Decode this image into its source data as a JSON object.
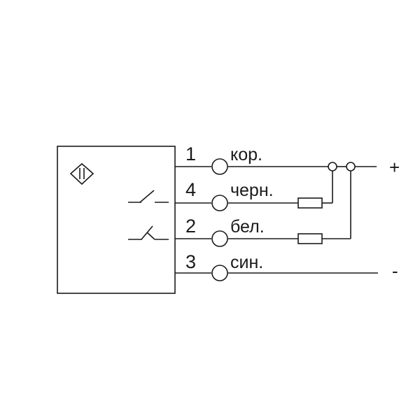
{
  "sensor": {
    "symbol_icon": "proximity-sensor-diamond-icon"
  },
  "pins": [
    {
      "number": "1",
      "color_label": "кор."
    },
    {
      "number": "4",
      "color_label": "черн."
    },
    {
      "number": "2",
      "color_label": "бел."
    },
    {
      "number": "3",
      "color_label": "син."
    }
  ],
  "supply": {
    "plus": "+",
    "minus": "-"
  },
  "components": {
    "switch_no_icon": "normally-open-contact-icon",
    "switch_nc_icon": "normally-closed-contact-icon",
    "load_icon": "load-resistor-icon"
  }
}
